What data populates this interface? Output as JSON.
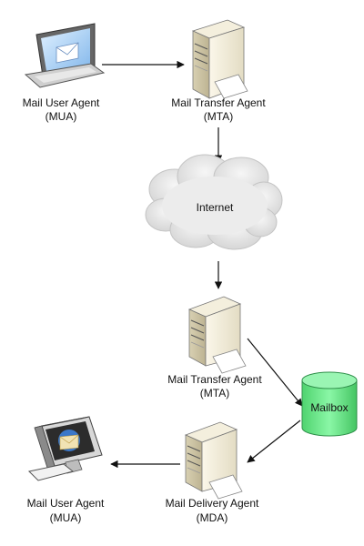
{
  "diagram": {
    "nodes": {
      "mua_top": {
        "label_line1": "Mail User Agent",
        "label_line2": "(MUA)",
        "icon": "laptop-icon"
      },
      "mta_top": {
        "label_line1": "Mail Transfer Agent",
        "label_line2": "(MTA)",
        "icon": "server-icon"
      },
      "internet": {
        "label": "Internet",
        "icon": "cloud-icon"
      },
      "mta_bottom": {
        "label_line1": "Mail Transfer Agent",
        "label_line2": "(MTA)",
        "icon": "server-icon"
      },
      "mailbox": {
        "label": "Mailbox",
        "icon": "database-cylinder-icon"
      },
      "mda": {
        "label_line1": "Mail Delivery Agent",
        "label_line2": "(MDA)",
        "icon": "server-icon"
      },
      "mua_bottom": {
        "label_line1": "Mail User Agent",
        "label_line2": "(MUA)",
        "icon": "desktop-computer-icon"
      }
    },
    "colors": {
      "mailbox_fill": "#66ee88",
      "cloud_fill": "#e9e9e9",
      "server_fill": "#f2ecd8",
      "arrow": "#111111"
    }
  }
}
